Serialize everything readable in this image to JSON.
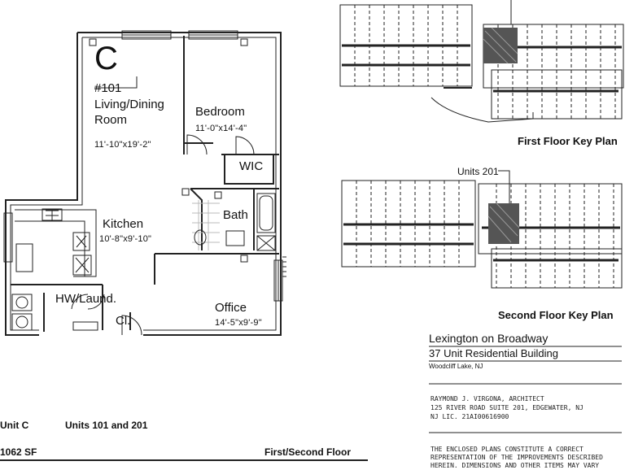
{
  "unit": {
    "letter": "C",
    "number": "#101"
  },
  "rooms": {
    "living": {
      "label_line1": "Living/Dining",
      "label_line2": "Room",
      "dim": "11'-10\"x19'-2\""
    },
    "bedroom": {
      "label": "Bedroom",
      "dim": "11'-0\"x14'-4\""
    },
    "wic": {
      "label": "WIC"
    },
    "bath": {
      "label": "Bath"
    },
    "kitchen": {
      "label": "Kitchen",
      "dim": "10'-8\"x9'-10\""
    },
    "laundry": {
      "label": "HW/Laund."
    },
    "closet": {
      "label": "Cl."
    },
    "office": {
      "label": "Office",
      "dim": "14'-5\"x9'-9\""
    }
  },
  "key_plans": {
    "first": {
      "title": "First Floor Key Plan"
    },
    "second": {
      "title": "Second Floor Key Plan",
      "callout": "Units 201"
    },
    "hatch_color": "#555555"
  },
  "title_block": {
    "project_name": "Lexington on Broadway",
    "project_sub": "37 Unit Residential Building",
    "location": "Woodcliff Lake, NJ",
    "architect_lines": [
      "RAYMOND J. VIRGONA, ARCHITECT",
      "125 RIVER ROAD SUITE 201, EDGEWATER, NJ",
      "NJ LIC. 21AI00616900"
    ],
    "disclaimer_lines": [
      "THE ENCLOSED PLANS CONSTITUTE A CORRECT",
      "REPRESENTATION OF THE IMPROVEMENTS DESCRIBED",
      "HEREIN. DIMENSIONS AND OTHER ITEMS MAY VARY"
    ]
  },
  "footer": {
    "unit_label": "Unit C",
    "units_label": "Units 101 and 201",
    "area": "1062 SF",
    "floors": "First/Second Floor"
  },
  "colors": {
    "wall": "#222222",
    "tile": "#bbbbbb"
  }
}
